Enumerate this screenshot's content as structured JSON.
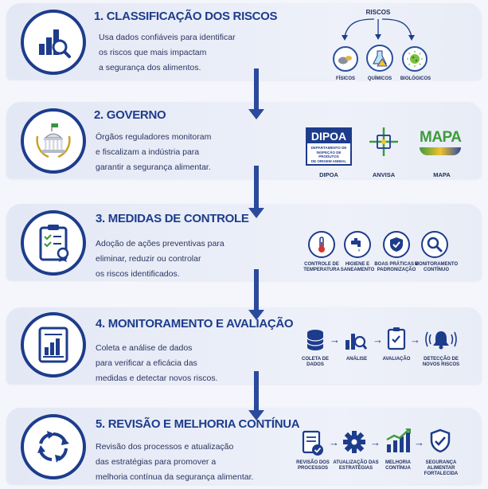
{
  "steps": [
    {
      "title": "1. CLASSIFICAÇÃO DOS RISCOS",
      "desc": [
        "Usa dados confiáveis para identificar",
        "os riscos que mais impactam",
        "a segurança dos alimentos."
      ],
      "diagram_title": "RISCOS",
      "items": [
        "FÍSICOS",
        "QUÍMICOS",
        "BIOLÓGICOS"
      ]
    },
    {
      "title": "2. GOVERNO",
      "desc": [
        "Órgãos reguladores monitoram",
        "e fiscalizam a indústria para",
        "garantir a segurança alimentar."
      ],
      "logos": {
        "dipoa_name": "DIPOA",
        "dipoa_sub": [
          "DEPARTAMENTO DE",
          "INSPEÇÃO DE PRODUTOS",
          "DE ORIGEM ANIMAL"
        ],
        "mapa_name": "MAPA"
      },
      "items": [
        "DIPOA",
        "ANVISA",
        "MAPA"
      ]
    },
    {
      "title": "3. MEDIDAS DE CONTROLE",
      "desc": [
        "Adoção de ações preventivas para",
        "eliminar, reduzir ou controlar",
        "os riscos identificados."
      ],
      "items": [
        [
          "CONTROLE DE",
          "TEMPERATURA"
        ],
        [
          "HIGIENE E",
          "SANEAMENTO"
        ],
        [
          "BOAS PRÁTICAS E",
          "PADRONIZAÇÃO"
        ],
        [
          "MONITORAMENTO",
          "CONTÍNUO"
        ]
      ]
    },
    {
      "title": "4. MONITORAMENTO E AVALIAÇÃO",
      "desc": [
        "Coleta e análise de dados",
        "para verificar a eficácia das",
        "medidas e detectar novos riscos."
      ],
      "items": [
        [
          "COLETA DE",
          "DADOS"
        ],
        [
          "ANÁLISE"
        ],
        [
          "AVALIAÇÃO"
        ],
        [
          "DETECÇÃO DE",
          "NOVOS RISCOS"
        ]
      ]
    },
    {
      "title": "5. REVISÃO E MELHORIA CONTÍNUA",
      "desc": [
        "Revisão dos processos e atualização",
        "das estratégias para promover a",
        "melhoria contínua da segurança alimentar."
      ],
      "items": [
        [
          "REVISÃO DOS",
          "PROCESSOS"
        ],
        [
          "ATUALIZAÇÃO DAS",
          "ESTRATÉGIAS"
        ],
        [
          "MELHORIA",
          "CONTÍNUA"
        ],
        [
          "SEGURANÇA",
          "ALIMENTAR",
          "FORTALECIDA"
        ]
      ]
    }
  ],
  "flow_arrow_glyph": "→",
  "colors": {
    "primary": "#1d3c8c",
    "accent_green": "#3e9b3a",
    "band": "#e6eaf6"
  }
}
